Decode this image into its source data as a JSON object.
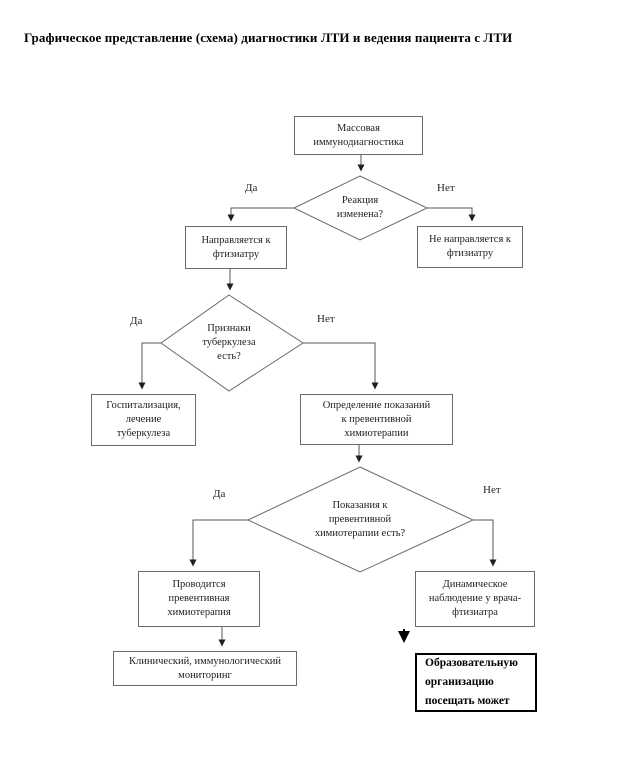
{
  "title": "Графическое представление (схема) диагностики ЛТИ и ведения пациента с ЛТИ",
  "labels": {
    "yes": "Да",
    "no": "Нет"
  },
  "nodes": {
    "mass_immunodiagnostics": {
      "lines": [
        "Массовая",
        "иммунодиагностика"
      ]
    },
    "reaction_changed": {
      "lines": [
        "Реакция",
        "изменена?"
      ]
    },
    "referred": {
      "lines": [
        "Направляется к",
        "фтизиатру"
      ]
    },
    "not_referred": {
      "lines": [
        "Не направляется к",
        "фтизиатру"
      ]
    },
    "tb_signs": {
      "lines": [
        "Признаки",
        "туберкулеза",
        "есть?"
      ]
    },
    "hospitalization": {
      "lines": [
        "Госпитализация,",
        "лечение",
        "туберкулеза"
      ]
    },
    "indications_determination": {
      "lines": [
        "Определение показаний",
        "к превентивной",
        "химиотерапии"
      ]
    },
    "chemo_indications": {
      "lines": [
        "Показания к",
        "превентивной",
        "химиотерапии есть?"
      ]
    },
    "preventive_chemo": {
      "lines": [
        "Проводится",
        "превентивная",
        "химиотерапия"
      ]
    },
    "dynamic_observation": {
      "lines": [
        "Динамическое",
        "наблюдение у врача-",
        "фтизиатра"
      ]
    },
    "monitoring": {
      "lines": [
        "Клинический, иммунологический",
        "мониторинг"
      ]
    },
    "school_attendance": {
      "lines": [
        "Образовательную",
        "организацию",
        "посещать может"
      ]
    }
  },
  "colors": {
    "line": "#565656",
    "shape_border": "#6a6a6a",
    "text": "#1f1f1f",
    "accent_border": "#000000",
    "background": "#ffffff"
  }
}
